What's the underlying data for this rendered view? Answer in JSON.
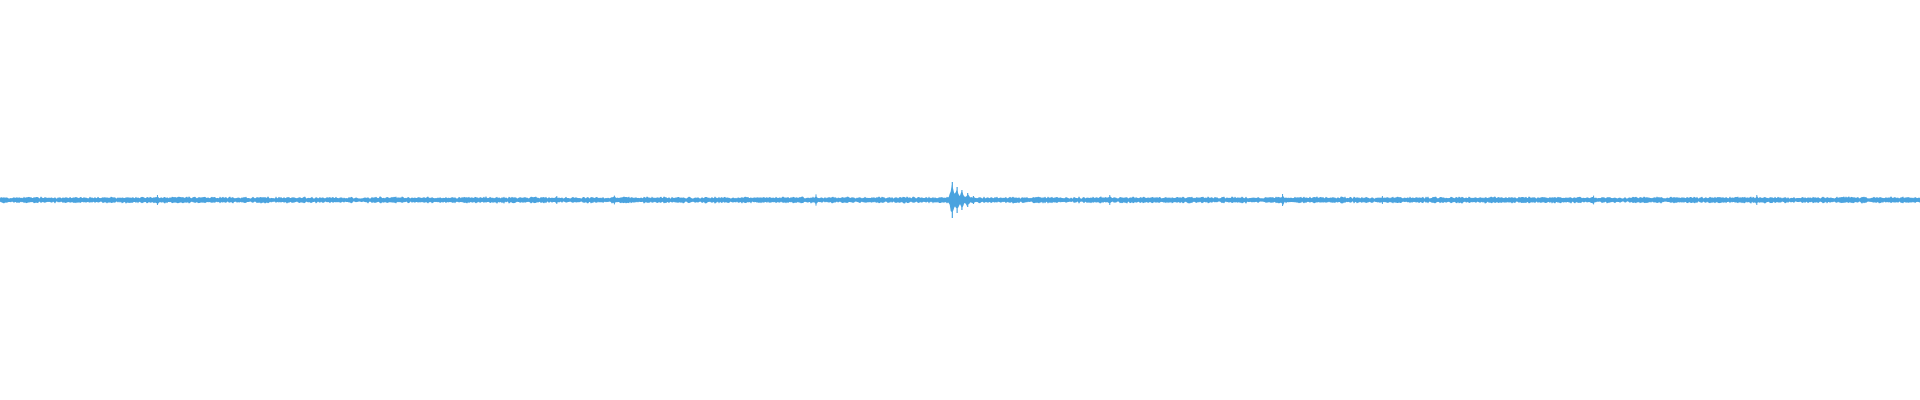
{
  "colors": {
    "background": "#ffffff",
    "waveform": "#4aa3df"
  },
  "chart_data": {
    "type": "area",
    "title": "",
    "xlabel": "",
    "ylabel": "",
    "grid": false,
    "legend": "none",
    "x_domain": [
      0,
      1
    ],
    "y_domain": [
      -1,
      1
    ],
    "style": "symmetric amplitude envelope, flat at low level with sparse small spikes and one burst near the middle",
    "baseline_amplitude": 0.012,
    "bursts": [
      {
        "x": 0.496,
        "amplitude": 0.09
      },
      {
        "x": 0.4985,
        "amplitude": 0.065
      },
      {
        "x": 0.501,
        "amplitude": 0.05
      },
      {
        "x": 0.504,
        "amplitude": 0.035
      },
      {
        "x": 0.507,
        "amplitude": 0.02
      }
    ],
    "minor_spikes": [
      {
        "x": 0.082,
        "amplitude": 0.025
      },
      {
        "x": 0.29,
        "amplitude": 0.02
      },
      {
        "x": 0.32,
        "amplitude": 0.022
      },
      {
        "x": 0.425,
        "amplitude": 0.028
      },
      {
        "x": 0.578,
        "amplitude": 0.025
      },
      {
        "x": 0.668,
        "amplitude": 0.03
      },
      {
        "x": 0.72,
        "amplitude": 0.02
      },
      {
        "x": 0.83,
        "amplitude": 0.022
      },
      {
        "x": 0.915,
        "amplitude": 0.025
      }
    ]
  }
}
